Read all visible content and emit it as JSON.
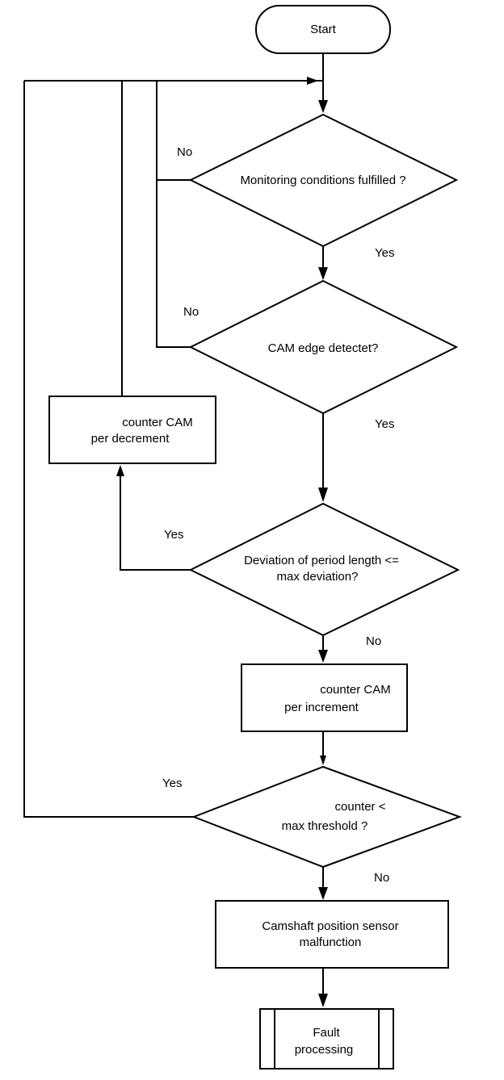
{
  "nodes": {
    "start": "Start",
    "monitoring": "Monitoring conditions fulfilled ?",
    "cam_edge": "CAM edge detectet?",
    "deviation_line1": "Deviation of period length  <=",
    "deviation_line2": "max deviation?",
    "decrement_line1": "counter CAM",
    "decrement_line2": "per decrement",
    "increment_line1": "counter CAM",
    "increment_line2": "per increment",
    "threshold_line1": "counter  <",
    "threshold_line2": "max threshold ?",
    "malfunction_line1": "Camshaft position sensor",
    "malfunction_line2": "malfunction",
    "fault_line1": "Fault",
    "fault_line2": "processing"
  },
  "edge_labels": {
    "monitoring_no": "No",
    "monitoring_yes": "Yes",
    "cam_edge_no": "No",
    "cam_edge_yes": "Yes",
    "deviation_yes": "Yes",
    "deviation_no": "No",
    "threshold_yes": "Yes",
    "threshold_no": "No"
  }
}
